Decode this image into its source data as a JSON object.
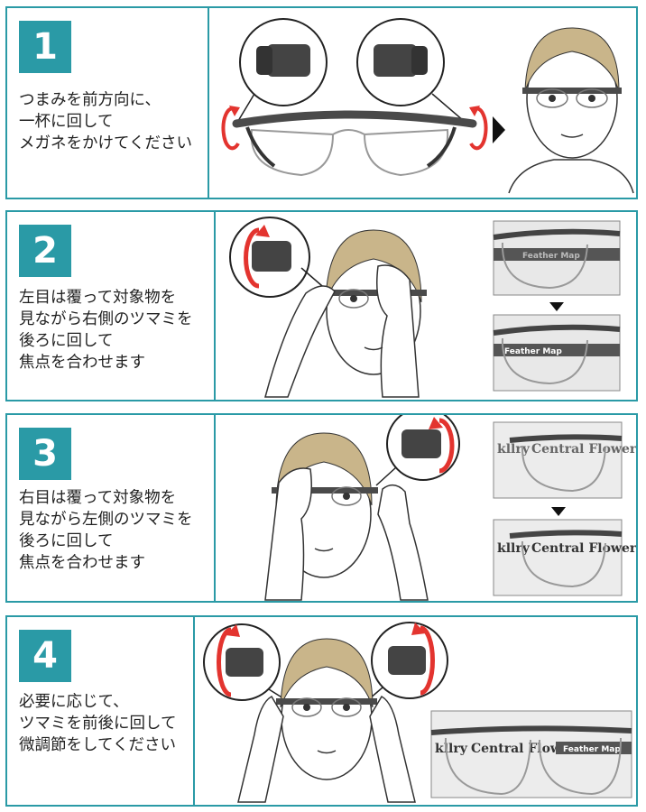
{
  "colors": {
    "accent": "#2a9aa6",
    "arrow": "#e3342f",
    "frame": "#4a4a4a",
    "hair": "#c9b58a",
    "skin": "#ffffff"
  },
  "newspaper": {
    "headline": "Central Flower",
    "tag": "Feather Map",
    "prefix": "kllry"
  },
  "steps": [
    {
      "number": "1",
      "lines": [
        "つまみを前方向に、",
        "一杯に回して",
        "メガネをかけてください"
      ]
    },
    {
      "number": "2",
      "lines": [
        "左目は覆って対象物を",
        "見ながら右側のツマミを",
        "後ろに回して",
        "焦点を合わせます"
      ]
    },
    {
      "number": "3",
      "lines": [
        "右目は覆って対象物を",
        "見ながら左側のツマミを",
        "後ろに回して",
        "焦点を合わせます"
      ]
    },
    {
      "number": "4",
      "lines": [
        "必要に応じて、",
        "ツマミを前後に回して",
        "微調節をしてください"
      ]
    }
  ]
}
